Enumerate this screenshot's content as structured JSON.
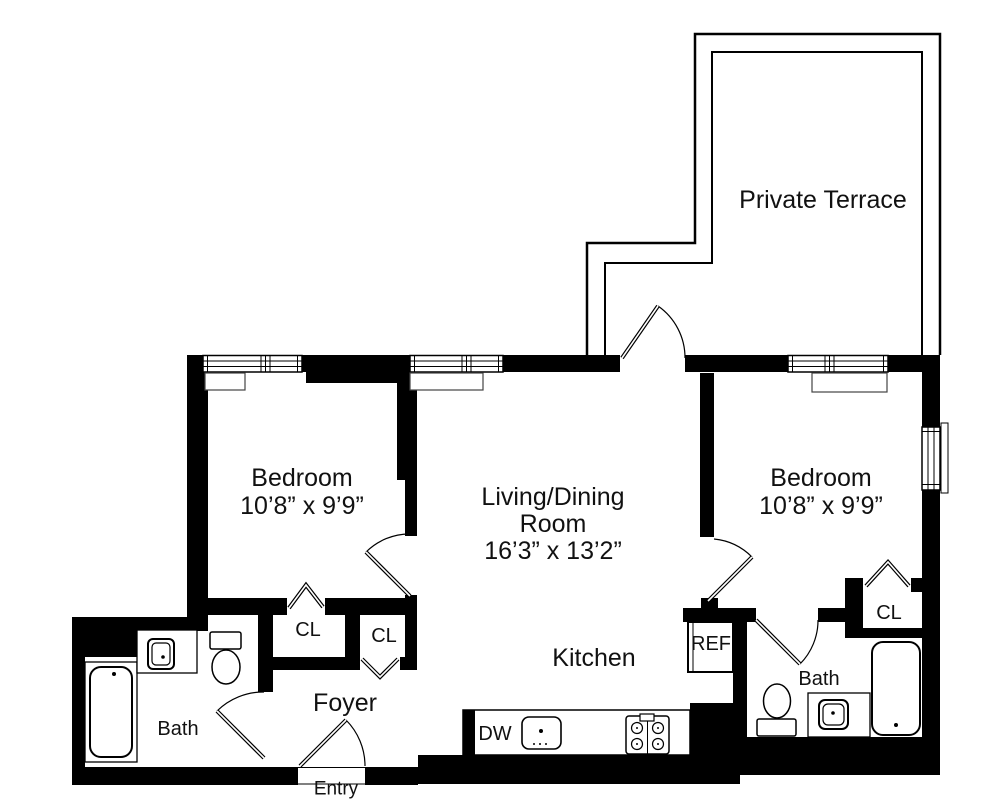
{
  "floorplan": {
    "terrace": {
      "label": "Private Terrace"
    },
    "bedroom_left": {
      "label": "Bedroom",
      "dimensions": "10’8” x 9’9”"
    },
    "bedroom_right": {
      "label": "Bedroom",
      "dimensions": "10’8” x 9’9”"
    },
    "living_dining": {
      "label_line1": "Living/Dining",
      "label_line2": "Room",
      "dimensions": "16’3” x 13’2”"
    },
    "kitchen": {
      "label": "Kitchen",
      "dishwasher_label": "DW",
      "refrigerator_label": "REF"
    },
    "foyer": {
      "label": "Foyer",
      "entry_label": "Entry"
    },
    "bath_left": {
      "label": "Bath"
    },
    "bath_right": {
      "label": "Bath"
    },
    "closets": {
      "bedroom_left_closet": "CL",
      "foyer_closet": "CL",
      "bedroom_right_closet": "CL"
    },
    "colors": {
      "walls": "#000000",
      "background": "#ffffff",
      "text": "#111111"
    }
  }
}
